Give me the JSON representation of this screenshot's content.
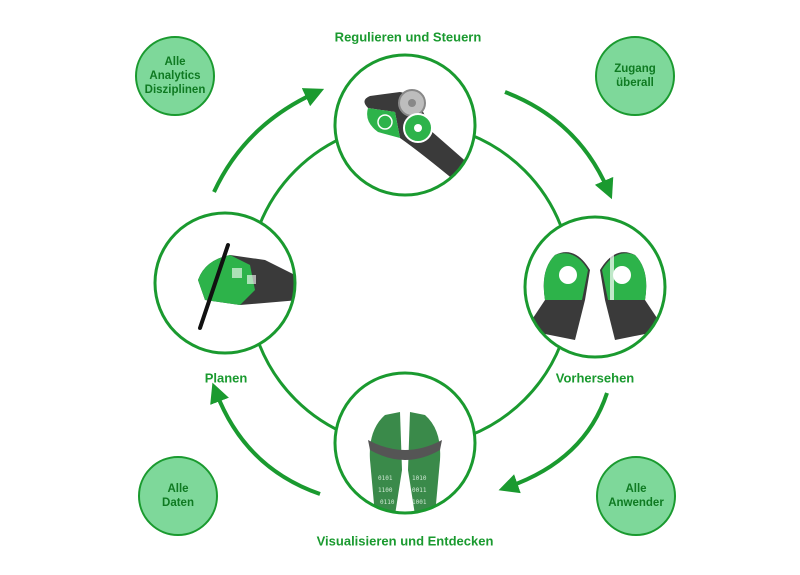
{
  "colors": {
    "accent": "#1a9a2f",
    "badge_fill": "#7ed89a",
    "hand_dark": "#3a3a3a",
    "hand_green": "#2db34a"
  },
  "stages": [
    {
      "label": "Regulieren und Steuern",
      "icon": "hand-gears-icon"
    },
    {
      "label": "Vorhersehen",
      "icon": "hands-binoculars-icon"
    },
    {
      "label": "Visualisieren und Entdecken",
      "icon": "cupped-hands-binary-icon"
    },
    {
      "label": "Planen",
      "icon": "hand-pen-puzzle-icon"
    }
  ],
  "corner_badges": [
    {
      "text": "Alle\nAnalytics\nDisziplinen"
    },
    {
      "text": "Zugang\nüberall"
    },
    {
      "text": "Alle\nDaten"
    },
    {
      "text": "Alle\nAnwender"
    }
  ]
}
